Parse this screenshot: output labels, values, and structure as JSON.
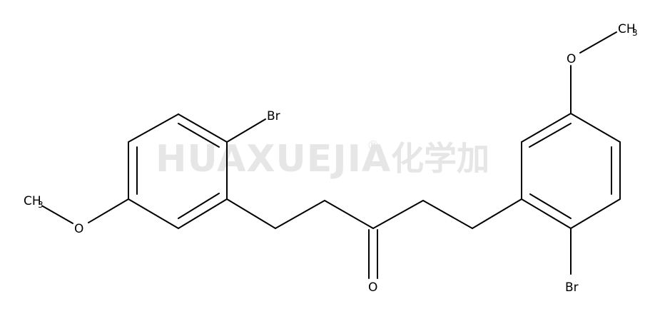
{
  "watermark": {
    "brand": "HUAXUEJIA",
    "registered": "®",
    "cjk": "化学加"
  },
  "atoms": {
    "br_left": "Br",
    "br_right": "Br",
    "o_ketone": "O",
    "o_methoxy_left": "O",
    "o_methoxy_right": "O",
    "ch3_left_main": "CH",
    "ch3_left_sub": "3",
    "ch3_right_main": "CH",
    "ch3_right_sub": "3"
  },
  "colors": {
    "bond": "#000000",
    "watermark": "#e6e6e6",
    "background": "#ffffff"
  }
}
